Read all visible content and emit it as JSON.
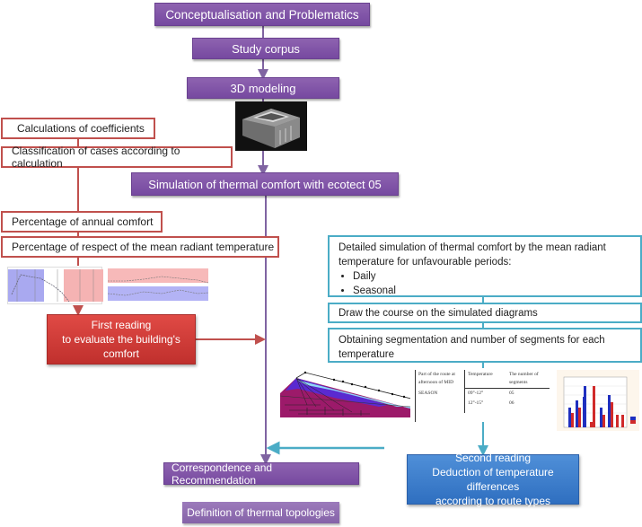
{
  "top_flow": {
    "conceptualisation": "Conceptualisation and Problematics",
    "study_corpus": "Study corpus",
    "modeling": "3D modeling",
    "simulation": "Simulation of thermal comfort with ecotect 05"
  },
  "left_branch": {
    "calculations": "Calculations of coefficients",
    "classification": "Classification of cases according to calculation",
    "annual_comfort": "Percentage of annual comfort",
    "mrt_respect": "Percentage of respect of the mean radiant temperature",
    "first_reading": [
      "First reading",
      "to evaluate the building's",
      "comfort"
    ]
  },
  "right_branch": {
    "detailed_sim": "Detailed simulation of thermal comfort by the mean radiant temperature for unfavourable periods:",
    "periods": [
      "Daily",
      "Seasonal"
    ],
    "draw_course": "Draw the course on the simulated diagrams",
    "segmentation": "Obtaining segmentation and number of segments for each temperature",
    "second_reading": [
      "Second reading",
      "Deduction of temperature differences",
      "according to route types"
    ]
  },
  "segments_table": {
    "headers": [
      "Part of the route at afternoon of MID",
      "Temperature",
      "The number of segments"
    ],
    "row_label": "SEASON",
    "rows": [
      {
        "temperature": "09°-12°",
        "segments": "05"
      },
      {
        "temperature": "12°-15°",
        "segments": "06"
      }
    ]
  },
  "bottom": {
    "correspondence": "Correspondence and Recommendation",
    "definition": "Definition of thermal topologies"
  },
  "colors": {
    "purple": "#7a4ea3",
    "red_outline": "#c0504d",
    "teal_outline": "#4bacc6",
    "red_fill": "#d0393a",
    "blue_fill": "#3b7dcc",
    "connector_purple": "#8064a2"
  }
}
